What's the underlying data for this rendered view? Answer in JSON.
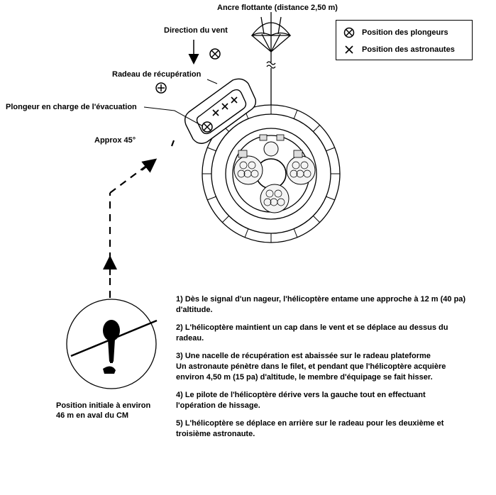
{
  "labels": {
    "sea_anchor": "Ancre flottante (distance 2,50 m)",
    "wind_direction": "Direction du vent",
    "raft": "Radeau de récupération",
    "diver_in_charge": "Plongeur en charge de l'évacuation",
    "approx_angle": "Approx 45°",
    "initial_position_line1": "Position initiale à environ",
    "initial_position_line2": "46 m  en aval du CM"
  },
  "legend": {
    "divers": "Position des plongeurs",
    "astronauts": "Position des astronautes"
  },
  "steps": [
    {
      "line1": "1) Dès le signal d'un nageur, l'hélicoptère entame une approche à 12 m (40 pa)",
      "line2": "d'altitude."
    },
    {
      "line1": "2) L'hélicoptère maintient un cap dans le vent et se déplace au dessus du",
      "line2": "radeau."
    },
    {
      "line1": "3) Une nacelle de récupération est abaissée sur le radeau plateforme",
      "line2": "Un astronaute pénètre dans le filet, et pendant que l'hélicoptère acquière",
      "line3": "environ 4,50 m (15 pa) d'altitude, le membre d'équipage se fait hisser."
    },
    {
      "line1": "4) Le pilote de l'hélicoptère dérive vers la gauche tout en effectuant",
      "line2": "l'opération de hissage."
    },
    {
      "line1": "5) L'hélicoptère se déplace en arrière sur le radeau pour les deuxième et",
      "line2": "troisième astronaute."
    }
  ]
}
